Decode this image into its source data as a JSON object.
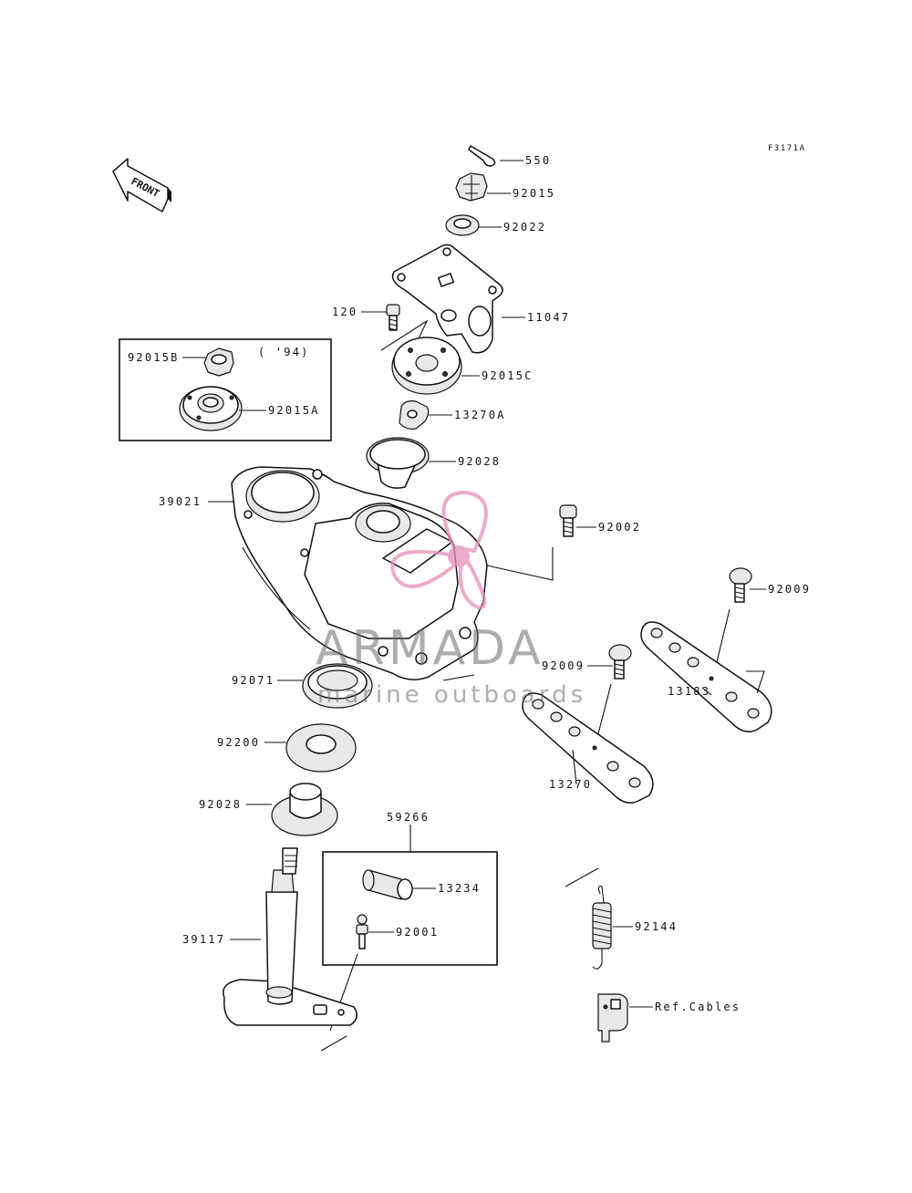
{
  "figure_code": "F3171A",
  "front_label": "FRONT",
  "watermark": {
    "brand": "ARMADA",
    "tagline": "marine outboards",
    "logo_color": "#e58fb6",
    "text_color": "#6a6a6a"
  },
  "inset": {
    "note": "( '94)"
  },
  "labels": {
    "p550": "550",
    "p92015": "92015",
    "p92022": "92022",
    "p11047": "11047",
    "p120": "120",
    "p92015C": "92015C",
    "p92015B": "92015B",
    "p92015A": "92015A",
    "p13270A": "13270A",
    "p92028a": "92028",
    "p39021": "39021",
    "p92002": "92002",
    "p92009a": "92009",
    "p92009b": "92009",
    "p13183": "13183",
    "p92071": "92071",
    "p13270": "13270",
    "p92200": "92200",
    "p92028b": "92028",
    "p59266": "59266",
    "p13234": "13234",
    "p92001": "92001",
    "p39117": "39117",
    "p92144": "92144",
    "pref": "Ref.Cables"
  }
}
